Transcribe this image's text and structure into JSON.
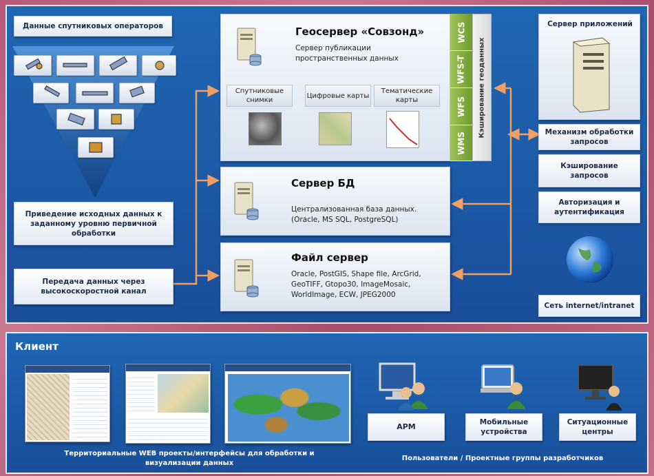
{
  "left": {
    "satellite_operators": "Данные спутниковых операторов",
    "preprocessing": "Приведение исходных данных к заданному уровню первичной обработки",
    "transfer": "Передача данных через высокоскоростной канал"
  },
  "geoserver": {
    "title": "Геосервер «Совзонд»",
    "subtitle": "Сервер публикации пространственных данных",
    "categories": [
      "Спутниковые снимки",
      "Цифровые карты",
      "Тематические карты"
    ],
    "protocols": [
      "WCS",
      "WFS-T",
      "WFS",
      "WMS"
    ],
    "geo_cache": "Кэширование геоданных"
  },
  "db_server": {
    "title": "Сервер БД",
    "desc": "Централизованная база данных. (Oracle, MS SQL, PostgreSQL)"
  },
  "file_server": {
    "title": "Файл сервер",
    "desc": "Oracle, PostGIS, Shape file, ArcGrid, GeoTIFF, Gtopo30, ImageMosaic, WorldImage, ECW, JPEG2000"
  },
  "right": {
    "app_server": "Сервер приложений",
    "request_engine": "Механизм обработки запросов",
    "request_cache": "Кэширование запросов",
    "auth": "Авторизация и аутентификация",
    "network": "Сеть internet/intranet"
  },
  "client": {
    "title": "Клиент",
    "web_projects": "Территориальные WEB проекты/интерфейсы для обработки и визуализации данных",
    "users": [
      "АРМ",
      "Мобильные устройства",
      "Ситуационные центры"
    ],
    "users_caption": "Пользователи / Проектные группы разработчиков"
  },
  "colors": {
    "panel": "#1a5aa8",
    "arrow": "#f0a060",
    "accent_green": "#8cb84a"
  }
}
